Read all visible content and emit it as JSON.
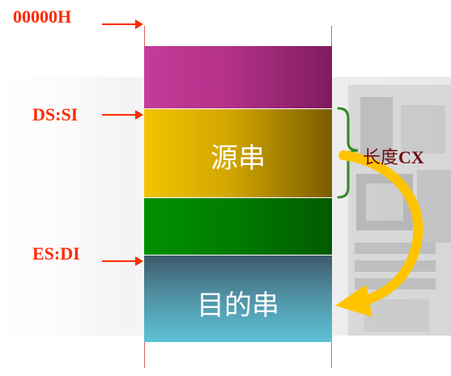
{
  "addresses": {
    "base": "00000H",
    "source_pointer": "DS:SI",
    "dest_pointer": "ES:DI"
  },
  "blocks": {
    "source_label": "源串",
    "dest_label": "目的串"
  },
  "length": {
    "prefix": "长度",
    "register": "CX"
  },
  "colors": {
    "pointer_red": "#ff2a00",
    "brace_green": "#2e8b1e",
    "flow_arrow": "#ffc400",
    "length_text": "#6b0b12"
  },
  "background_image": "motherboard-photo"
}
